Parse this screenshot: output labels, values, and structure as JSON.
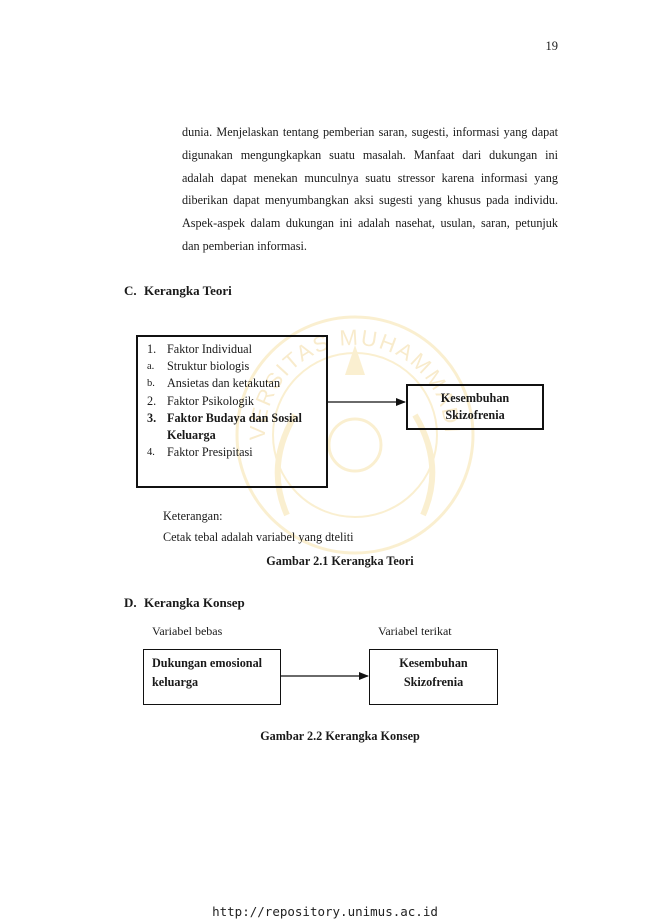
{
  "page_number": "19",
  "paragraph": "dunia. Menjelaskan tentang pemberian saran, sugesti, informasi yang dapat digunakan mengungkapkan suatu masalah. Manfaat dari dukungan ini adalah dapat menekan munculnya suatu stressor karena informasi yang diberikan dapat menyumbangkan aksi sugesti yang khusus pada individu. Aspek-aspek dalam dukungan ini adalah nasehat, usulan, saran, petunjuk dan pemberian informasi.",
  "section_c": {
    "letter": "C.",
    "title": "Kerangka Teori"
  },
  "theory_diagram": {
    "factors": [
      {
        "marker": "1.",
        "text": "Faktor Individual"
      },
      {
        "marker": "a.",
        "text": "Struktur biologis"
      },
      {
        "marker": "b.",
        "text": "Ansietas dan ketakutan"
      },
      {
        "marker": "2.",
        "text": "Faktor Psikologik"
      },
      {
        "marker": "3.",
        "text": "Faktor Budaya dan Sosial",
        "bold": true
      },
      {
        "marker": "",
        "text": "Keluarga",
        "bold": true
      },
      {
        "marker": "4.",
        "text": "Faktor Presipitasi"
      }
    ],
    "outcome_line1": "Kesembuhan",
    "outcome_line2": "Skizofrenia",
    "note_label": "Keterangan:",
    "note_text": "Cetak tebal adalah variabel yang dteliti",
    "caption": "Gambar 2.1 Kerangka Teori"
  },
  "section_d": {
    "letter": "D.",
    "title": "Kerangka Konsep"
  },
  "concept_diagram": {
    "independent_label": "Variabel bebas",
    "dependent_label": "Variabel terikat",
    "independent_line1": "Dukungan emosional",
    "independent_line2": "keluarga",
    "dependent_line1": "Kesembuhan",
    "dependent_line2": "Skizofrenia",
    "caption": "Gambar 2.2 Kerangka Konsep"
  },
  "watermark": {
    "text": "UNIVERSITAS MUHAMMADIYAH",
    "color": "#f0c85a"
  },
  "footer_url": "http://repository.unimus.ac.id"
}
